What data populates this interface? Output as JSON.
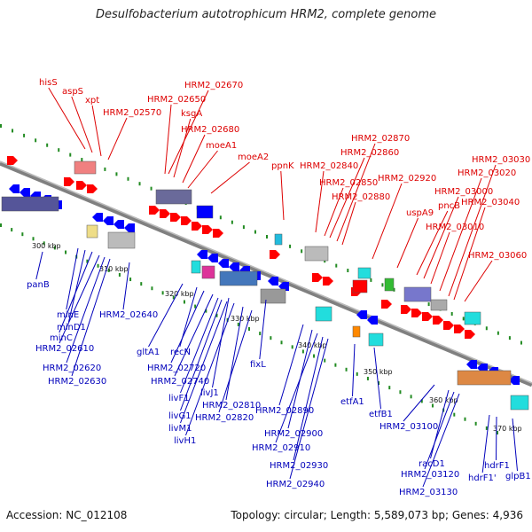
{
  "title": "Desulfobacterium autotrophicum HRM2, complete genome",
  "footer": {
    "accession": "Accession: NC_012108",
    "topology": "Topology: circular; Length: 5,589,073 bp; Genes: 4,936"
  },
  "colors": {
    "forward_label": "#dd0000",
    "reverse_label": "#0000bb",
    "forward_gene": "#ff0000",
    "reverse_gene": "#0000ff",
    "genome_line": "#808080",
    "dot": "#228b22"
  },
  "ticks": [
    "300 kbp",
    "310 kbp",
    "320 kbp",
    "330 kbp",
    "340 kbp",
    "350 kbp",
    "360 kbp",
    "370 kbp"
  ],
  "top_labels": [
    "hisS",
    "aspS",
    "xpt",
    "HRM2_02570",
    "HRM2_02650",
    "HRM2_02670",
    "ksgA",
    "HRM2_02680",
    "moeA1",
    "moeA2",
    "ppnK",
    "HRM2_02840",
    "HRM2_02850",
    "HRM2_02860",
    "HRM2_02870",
    "HRM2_02880",
    "HRM2_02920",
    "uspA9",
    "pncB",
    "HRM2_03000",
    "HRM2_03010",
    "HRM2_03020",
    "HRM2_03030",
    "HRM2_03040",
    "HRM2_03060"
  ],
  "bottom_labels": [
    "panB",
    "minE",
    "minD1",
    "minC",
    "HRM2_02610",
    "HRM2_02620",
    "HRM2_02630",
    "HRM2_02640",
    "gltA1",
    "recN",
    "HRM2_02720",
    "HRM2_02740",
    "livJ1",
    "livF1",
    "livG1",
    "livM1",
    "livH1",
    "HRM2_02810",
    "HRM2_02820",
    "fixL",
    "HRM2_02890",
    "HRM2_02900",
    "HRM2_02910",
    "HRM2_02930",
    "HRM2_02940",
    "etfA1",
    "etfB1",
    "HRM2_03100",
    "racD1",
    "HRM2_03120",
    "HRM2_03130",
    "hdrF1'",
    "hdrF1",
    "glpB1"
  ]
}
